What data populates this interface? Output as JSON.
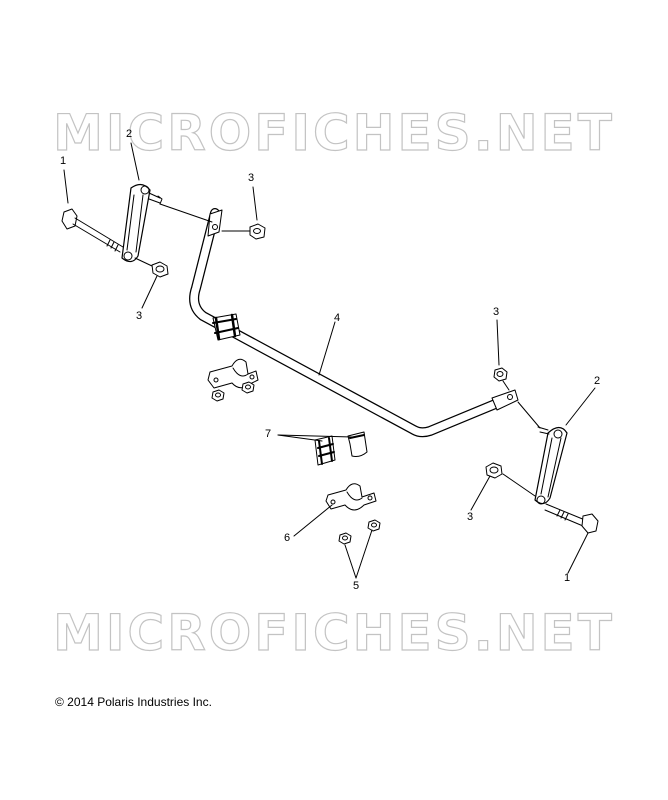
{
  "watermark": "MICROFICHES.NET",
  "copyright": "© 2014 Polaris Industries Inc.",
  "callouts": {
    "c1_left": "1",
    "c2_left": "2",
    "c3_top": "3",
    "c3_left": "3",
    "c4": "4",
    "c3_right_top": "3",
    "c2_right": "2",
    "c3_right_bottom": "3",
    "c7": "7",
    "c6": "6",
    "c5": "5",
    "c1_right": "1"
  }
}
